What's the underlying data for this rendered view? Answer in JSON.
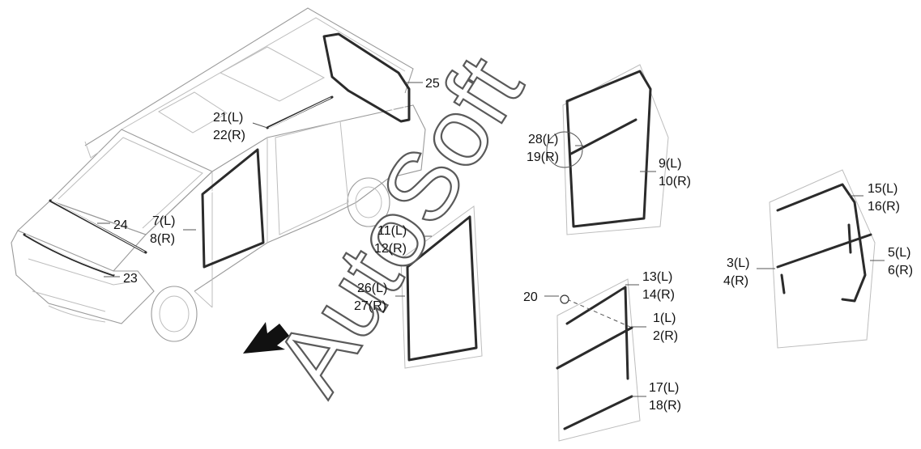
{
  "watermark": "AutoSoft",
  "callouts": {
    "c25": "25",
    "c21": "21(L)",
    "c22": "22(R)",
    "c28": "28(L)",
    "c19": "19(R)",
    "c9": "9(L)",
    "c10": "10(R)",
    "c15": "15(L)",
    "c16": "16(R)",
    "c7": "7(L)",
    "c8": "8(R)",
    "c24": "24",
    "c23": "23",
    "c11": "11(L)",
    "c12": "12(R)",
    "c26": "26(L)",
    "c27": "27(R)",
    "c3": "3(L)",
    "c4": "4(R)",
    "c5": "5(L)",
    "c6": "6(R)",
    "c13": "13(L)",
    "c14": "14(R)",
    "c20": "20",
    "c1": "1(L)",
    "c2": "2(R)",
    "c17": "17(L)",
    "c18": "18(R)"
  }
}
